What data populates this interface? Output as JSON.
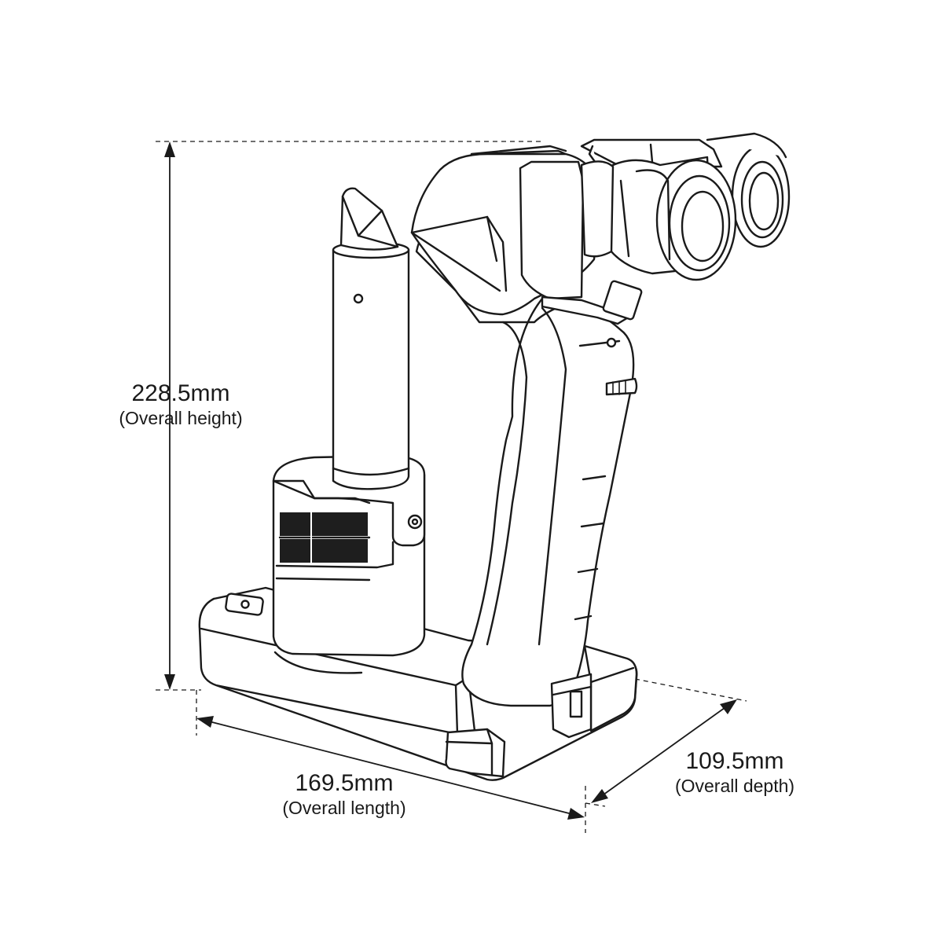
{
  "dimensions": {
    "height": {
      "value": "228.5mm",
      "description": "(Overall height)"
    },
    "length": {
      "value": "169.5mm",
      "description": "(Overall length)"
    },
    "depth": {
      "value": "109.5mm",
      "description": "(Overall depth)"
    }
  },
  "icons": [
    "slit-lamp-illustration",
    "height-dimension-arrow",
    "length-dimension-arrow",
    "depth-dimension-arrow"
  ]
}
